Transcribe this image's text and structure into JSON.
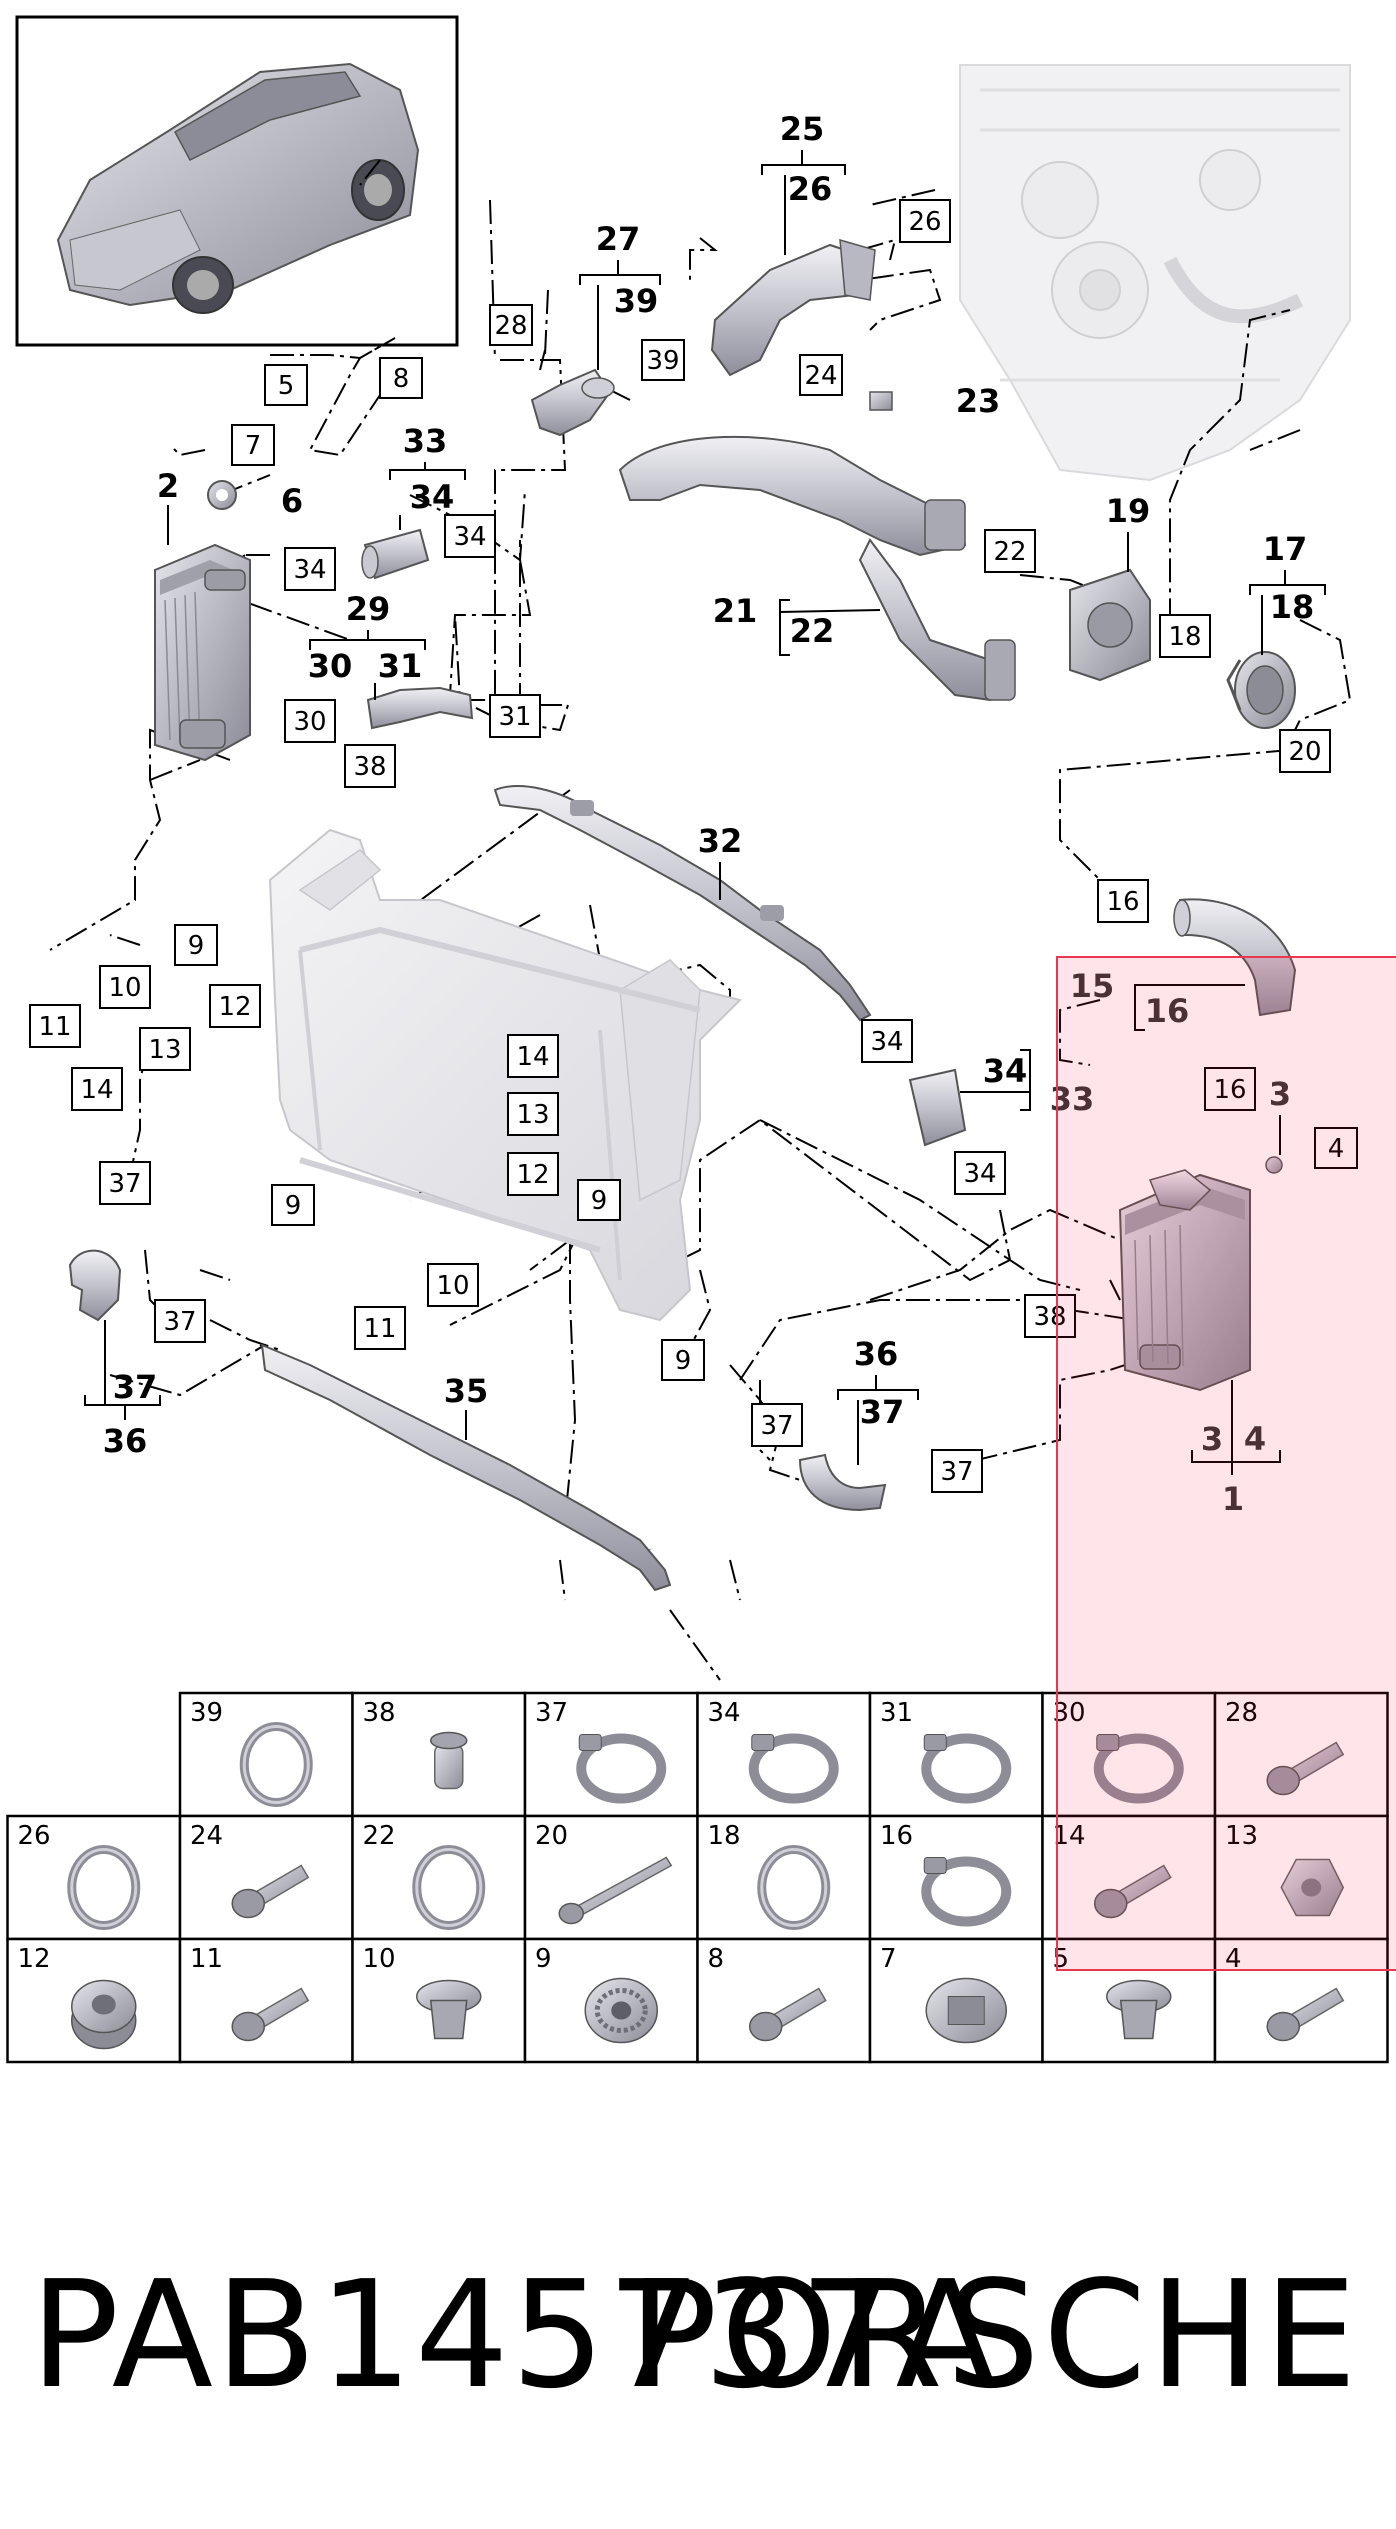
{
  "diagram": {
    "inset": {
      "label": "vehicle-thumbnail"
    },
    "boxed_callouts": {
      "b5": "5",
      "b8": "8",
      "b7": "7",
      "b28": "28",
      "b39": "39",
      "b26": "26",
      "b24": "24",
      "b34a": "34",
      "b34b": "34",
      "b30": "30",
      "b31": "31",
      "b38a": "38",
      "b22": "22",
      "b18": "18",
      "b20": "20",
      "b16a": "16",
      "b16b": "16",
      "b4": "4",
      "b9a": "9",
      "b10a": "10",
      "b11a": "11",
      "b12a": "12",
      "b13a": "13",
      "b14a": "14",
      "b37a": "37",
      "b9b": "9",
      "b14b": "14",
      "b13b": "13",
      "b12b": "12",
      "b9c": "9",
      "b10b": "10",
      "b11b": "11",
      "b9d": "9",
      "b37b": "37",
      "b34c": "34",
      "b34d": "34",
      "b38b": "38",
      "b37c": "37",
      "b37d": "37"
    },
    "bold_callouts": {
      "n2": "2",
      "n6": "6",
      "n33a": "33",
      "n34a": "34",
      "n29": "29",
      "n30": "30",
      "n31": "31",
      "n27": "27",
      "n39": "39",
      "n25": "25",
      "n26": "26",
      "n23": "23",
      "n21": "21",
      "n22": "22",
      "n19": "19",
      "n17": "17",
      "n18": "18",
      "n32": "32",
      "n15": "15",
      "n16": "16",
      "n3a": "3",
      "n34b": "34",
      "n33b": "33",
      "n36a": "36",
      "n37a": "37",
      "n35": "35",
      "n37b": "37",
      "n36b": "36",
      "n3b": "3",
      "n4": "4",
      "n1": "1"
    },
    "highlight_color": "#e8384f"
  },
  "parts_grid": {
    "cells": [
      {
        "num": "39",
        "part": "o-ring"
      },
      {
        "num": "38",
        "part": "clip"
      },
      {
        "num": "37",
        "part": "hose-clamp"
      },
      {
        "num": "34",
        "part": "hose-clamp"
      },
      {
        "num": "31",
        "part": "hose-clamp"
      },
      {
        "num": "30",
        "part": "hose-clamp"
      },
      {
        "num": "28",
        "part": "bolt"
      },
      {
        "num": "26",
        "part": "o-ring"
      },
      {
        "num": "24",
        "part": "bolt"
      },
      {
        "num": "22",
        "part": "o-ring"
      },
      {
        "num": "20",
        "part": "long-bolt"
      },
      {
        "num": "18",
        "part": "o-ring"
      },
      {
        "num": "16",
        "part": "hose-clamp"
      },
      {
        "num": "14",
        "part": "bolt"
      },
      {
        "num": "13",
        "part": "nut"
      },
      {
        "num": "12",
        "part": "bushing"
      },
      {
        "num": "11",
        "part": "bolt"
      },
      {
        "num": "10",
        "part": "spacer"
      },
      {
        "num": "9",
        "part": "grommet"
      },
      {
        "num": "8",
        "part": "bolt"
      },
      {
        "num": "7",
        "part": "clip-nut"
      },
      {
        "num": "5",
        "part": "spacer"
      },
      {
        "num": "4",
        "part": "bolt"
      }
    ]
  },
  "footer": {
    "part_number": "PAB145737A",
    "brand": "PORSCHE"
  }
}
